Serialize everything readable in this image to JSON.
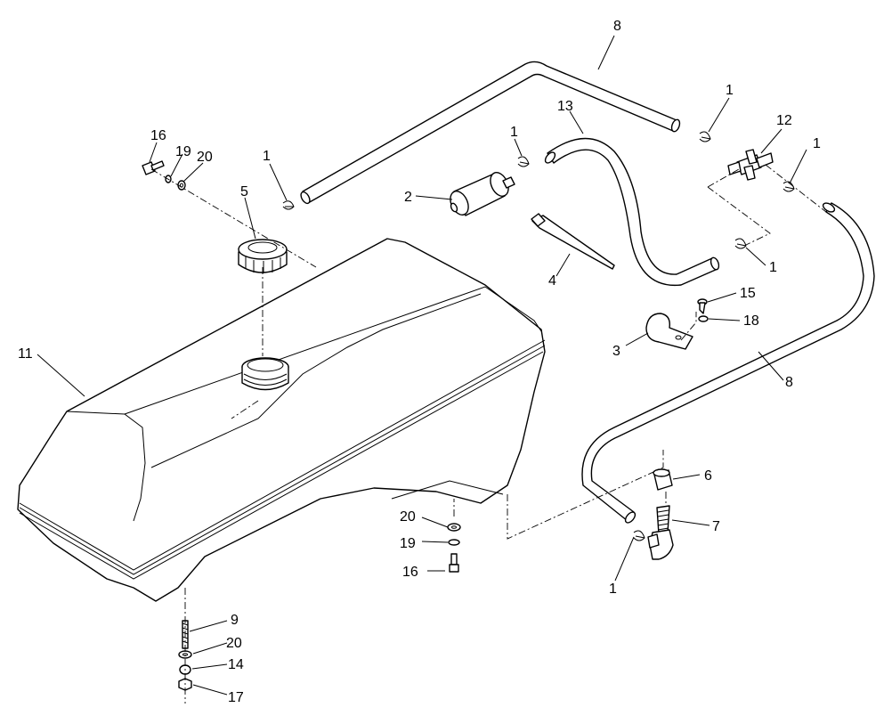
{
  "callouts": {
    "c8_top": "8",
    "c8_right": "8",
    "c1_a": "1",
    "c1_b": "1",
    "c1_c": "1",
    "c1_d": "1",
    "c1_e": "1",
    "c1_f": "1",
    "c12": "12",
    "c13": "13",
    "c16_top": "16",
    "c19_top": "19",
    "c20_top": "20",
    "c5": "5",
    "c2": "2",
    "c4": "4",
    "c15": "15",
    "c18": "18",
    "c3": "3",
    "c11": "11",
    "c6": "6",
    "c7": "7",
    "c20_mid": "20",
    "c19_mid": "19",
    "c16_mid": "16",
    "c9": "9",
    "c20_bot": "20",
    "c14": "14",
    "c17": "17"
  }
}
